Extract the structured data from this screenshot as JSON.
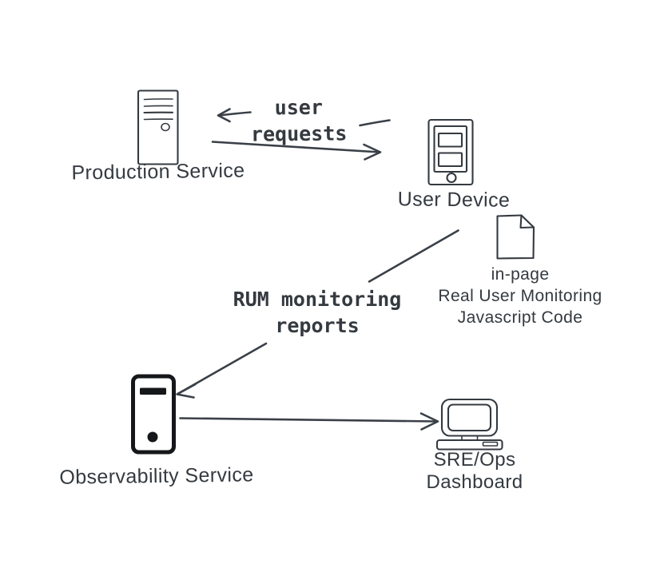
{
  "canvas": {
    "background": "#ffffff",
    "ink_color": "#343a40",
    "bold_ink_color": "#15171a"
  },
  "nodes": {
    "production_service": {
      "label": "Production Service",
      "icon": "server-tower"
    },
    "user_device": {
      "label": "User Device",
      "icon": "mobile-phone"
    },
    "rum_snippet": {
      "line1": "in-page",
      "line2": "Real User Monitoring",
      "line3": "Javascript Code",
      "icon": "document-page"
    },
    "observability_service": {
      "label": "Observability Service",
      "icon": "server-tower-bold"
    },
    "sre_dashboard": {
      "line1": "SRE/Ops",
      "line2": "Dashboard",
      "icon": "desktop-computer"
    }
  },
  "edges": {
    "user_requests": {
      "line1": "user",
      "line2": "requests",
      "between": [
        "Production Service",
        "User Device"
      ],
      "direction": "bidirectional"
    },
    "rum_reports": {
      "line1": "RUM monitoring",
      "line2": "reports",
      "between": [
        "User Device",
        "Observability Service"
      ],
      "direction": "to Observability Service"
    },
    "observability_to_dashboard": {
      "between": [
        "Observability Service",
        "SRE/Ops Dashboard"
      ],
      "direction": "to SRE/Ops Dashboard"
    }
  }
}
